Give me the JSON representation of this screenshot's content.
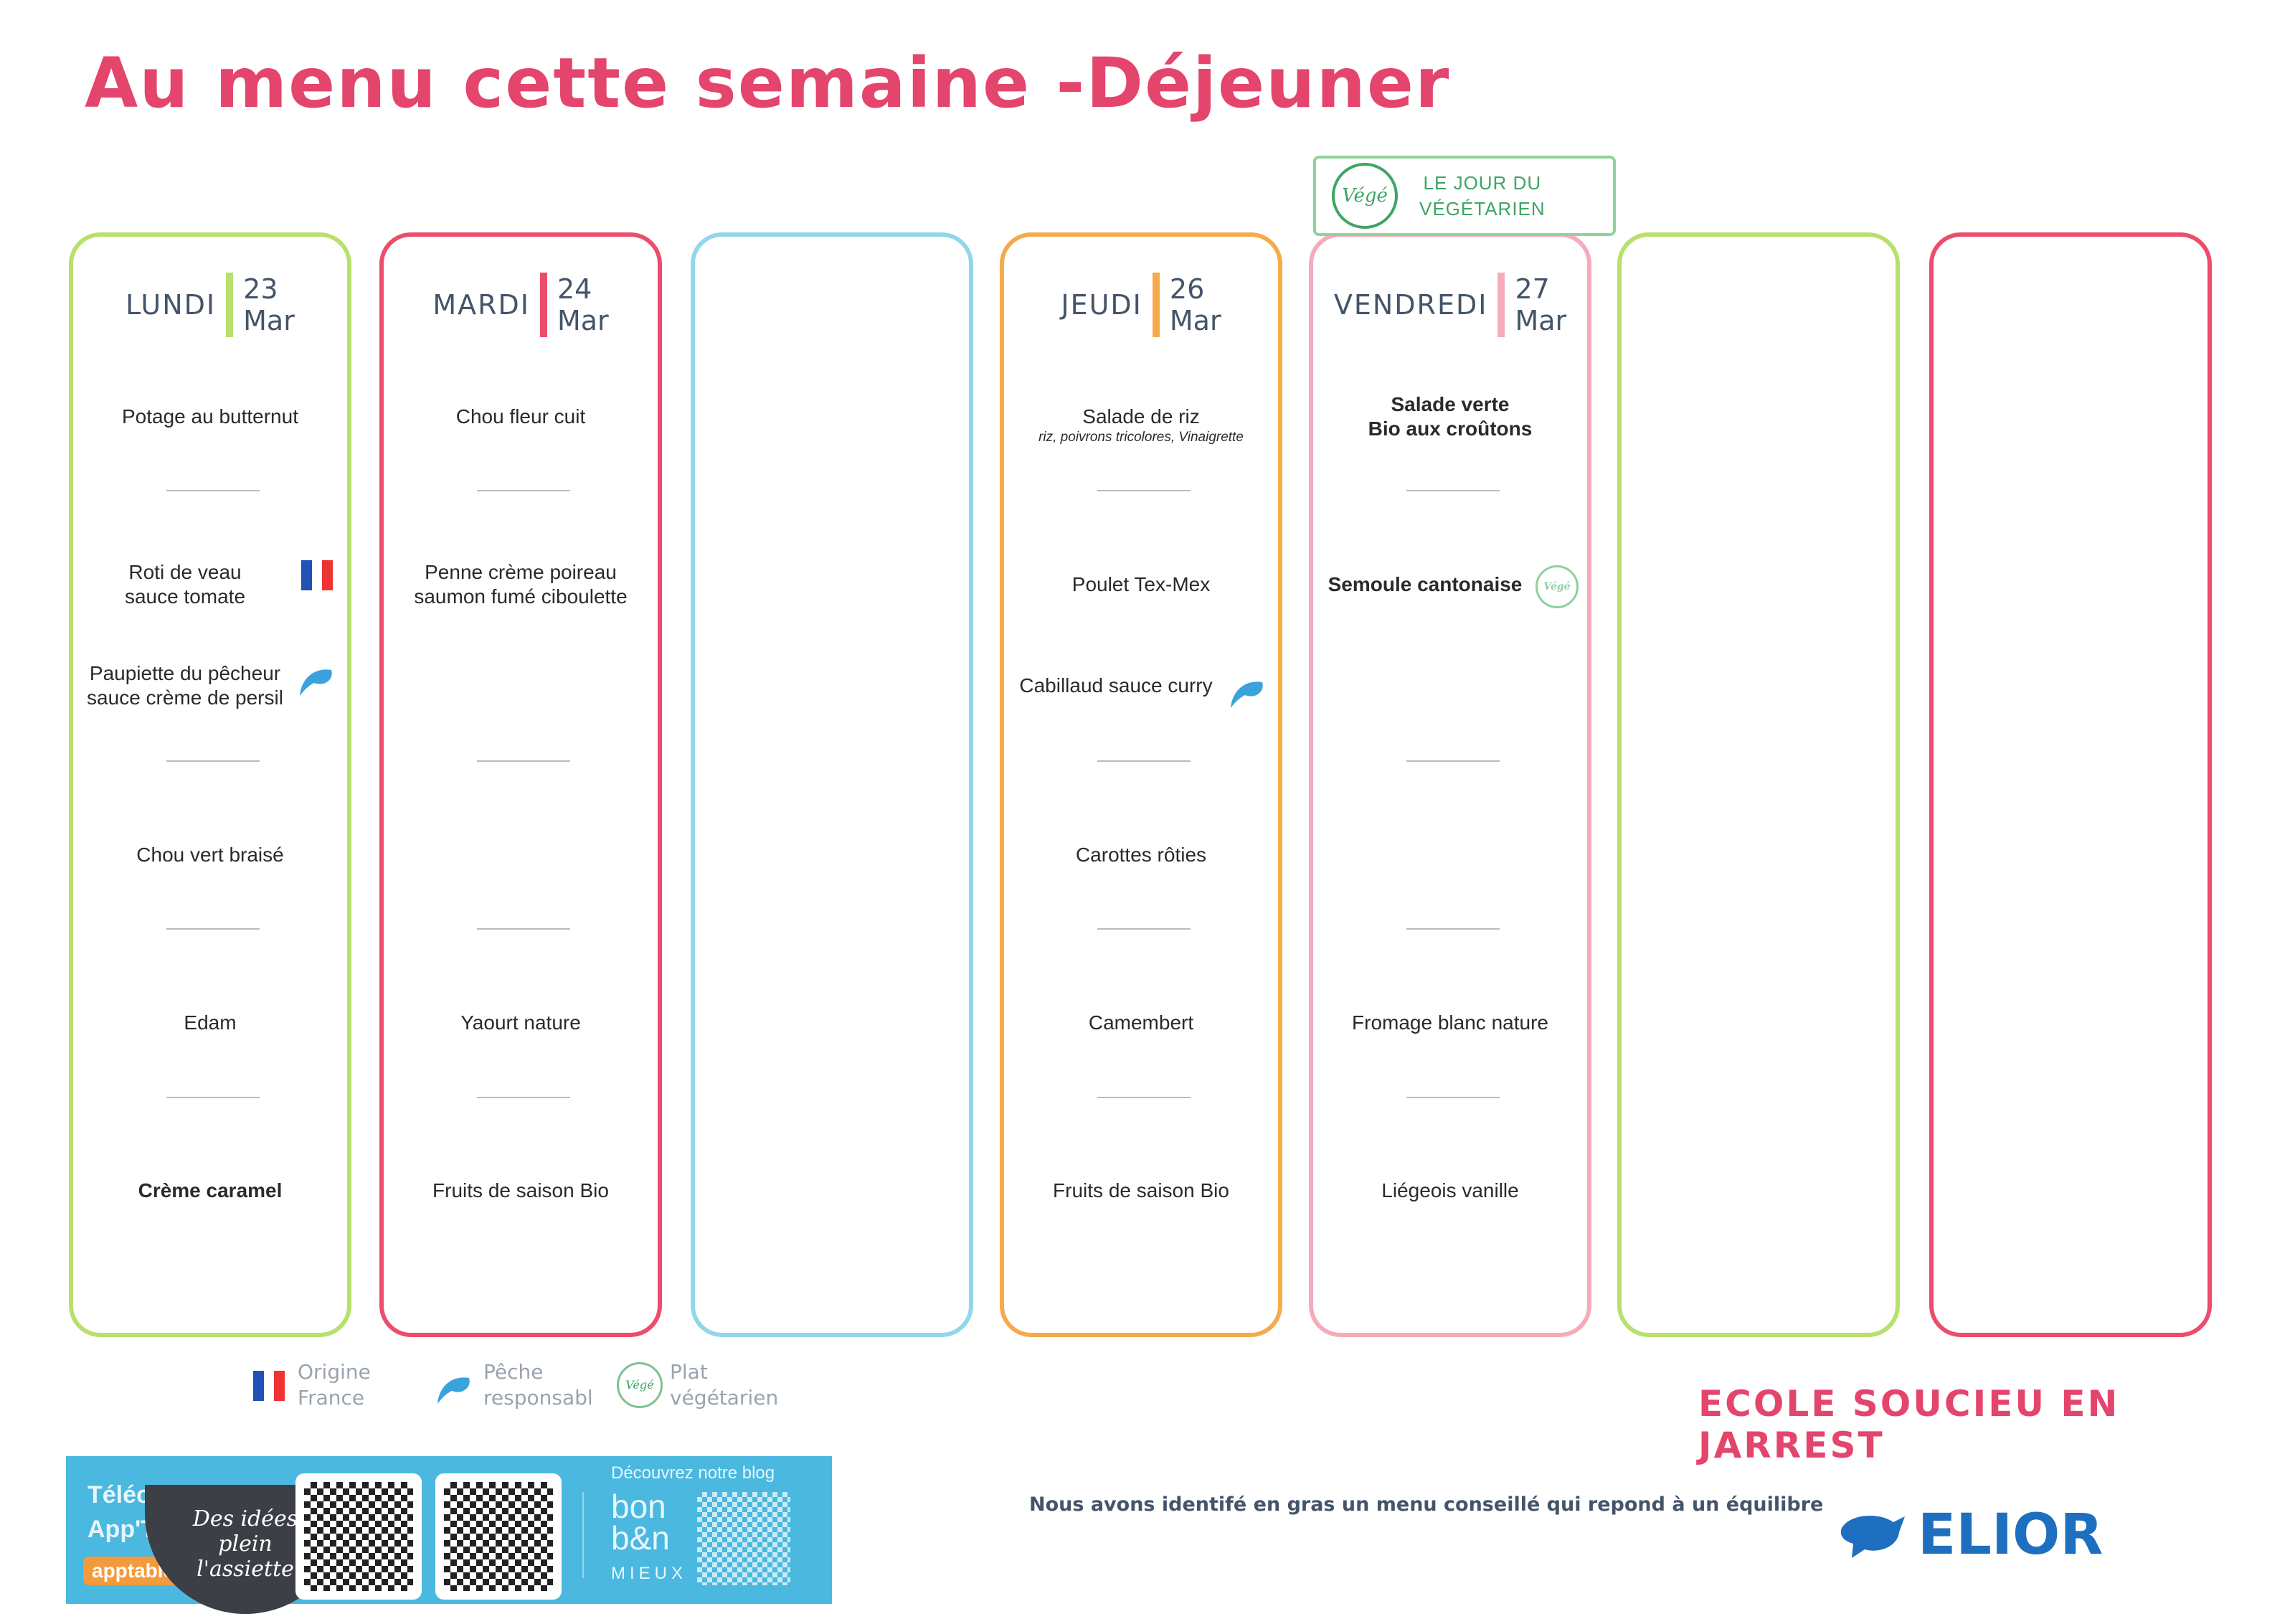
{
  "title": "Au menu cette semaine -Déjeuner",
  "vege_day": {
    "badge": "Végé",
    "text_line1": "LE JOUR DU",
    "text_line2": "VÉGÉTARIEN"
  },
  "columns": [
    {
      "color": "#b7e06c",
      "day": "LUNDI",
      "date_num": "23",
      "date_mon": "Mar",
      "dishes": [
        {
          "slot": "starter",
          "text": "Potage au butternut"
        },
        {
          "slot": "main1",
          "text": "Roti de veau\nsauce tomate",
          "icon": "france"
        },
        {
          "slot": "main2",
          "text": "Paupiette du pêcheur\nsauce crème de persil",
          "icon": "fish"
        },
        {
          "slot": "side",
          "text": "Chou vert braisé"
        },
        {
          "slot": "cheese",
          "text": "Edam"
        },
        {
          "slot": "dessert",
          "text": "Crème caramel",
          "bold": true
        }
      ]
    },
    {
      "color": "#ec4d6c",
      "day": "MARDI",
      "date_num": "24",
      "date_mon": "Mar",
      "dishes": [
        {
          "slot": "starter",
          "text": "Chou fleur cuit"
        },
        {
          "slot": "main1",
          "text": "Penne crème poireau\nsaumon fumé ciboulette"
        },
        {
          "slot": "cheese",
          "text": "Yaourt nature"
        },
        {
          "slot": "dessert",
          "text": "Fruits de saison Bio"
        }
      ]
    },
    {
      "color": "#92d6ea",
      "dishes": []
    },
    {
      "color": "#f5aa4c",
      "day": "JEUDI",
      "date_num": "26",
      "date_mon": "Mar",
      "dishes": [
        {
          "slot": "starter",
          "text": "Salade de riz",
          "sub": "riz, poivrons tricolores, Vinaigrette"
        },
        {
          "slot": "main1",
          "text": "Poulet Tex-Mex"
        },
        {
          "slot": "main2",
          "text": "Cabillaud sauce curry",
          "icon": "fish"
        },
        {
          "slot": "side",
          "text": "Carottes rôties"
        },
        {
          "slot": "cheese",
          "text": "Camembert"
        },
        {
          "slot": "dessert",
          "text": "Fruits de saison Bio"
        }
      ]
    },
    {
      "color": "#f5abb9",
      "day": "VENDREDI",
      "date_num": "27",
      "date_mon": "Mar",
      "dishes": [
        {
          "slot": "starter",
          "text": "Salade verte\nBio aux croûtons",
          "bold": true
        },
        {
          "slot": "main1",
          "text": "Semoule cantonaise",
          "bold": true,
          "icon": "vege"
        },
        {
          "slot": "cheese",
          "text": "Fromage blanc nature"
        },
        {
          "slot": "dessert",
          "text": "Liégeois vanille"
        }
      ]
    },
    {
      "color": "#b7e06c",
      "dishes": []
    },
    {
      "color": "#ec4d6c",
      "dishes": []
    }
  ],
  "legend": {
    "france": "Origine\nFrance",
    "fish": "Pêche\nresponsabl",
    "vege": "Plat\nvégétarien",
    "vege_badge": "Végé"
  },
  "banner": {
    "download": "Téléc\nApp'T",
    "apptable": "apptable",
    "bowl": "Des idées plein l'assiette",
    "blog": "Découvrez notre blog",
    "bonbon": "bon\nb&n",
    "mieux": "MIEUX"
  },
  "note": "Nous avons identifé en gras un menu conseillé qui repond à un équilibre",
  "school": "ECOLE SOUCIEU EN JARREST",
  "brand": "ELIOR"
}
